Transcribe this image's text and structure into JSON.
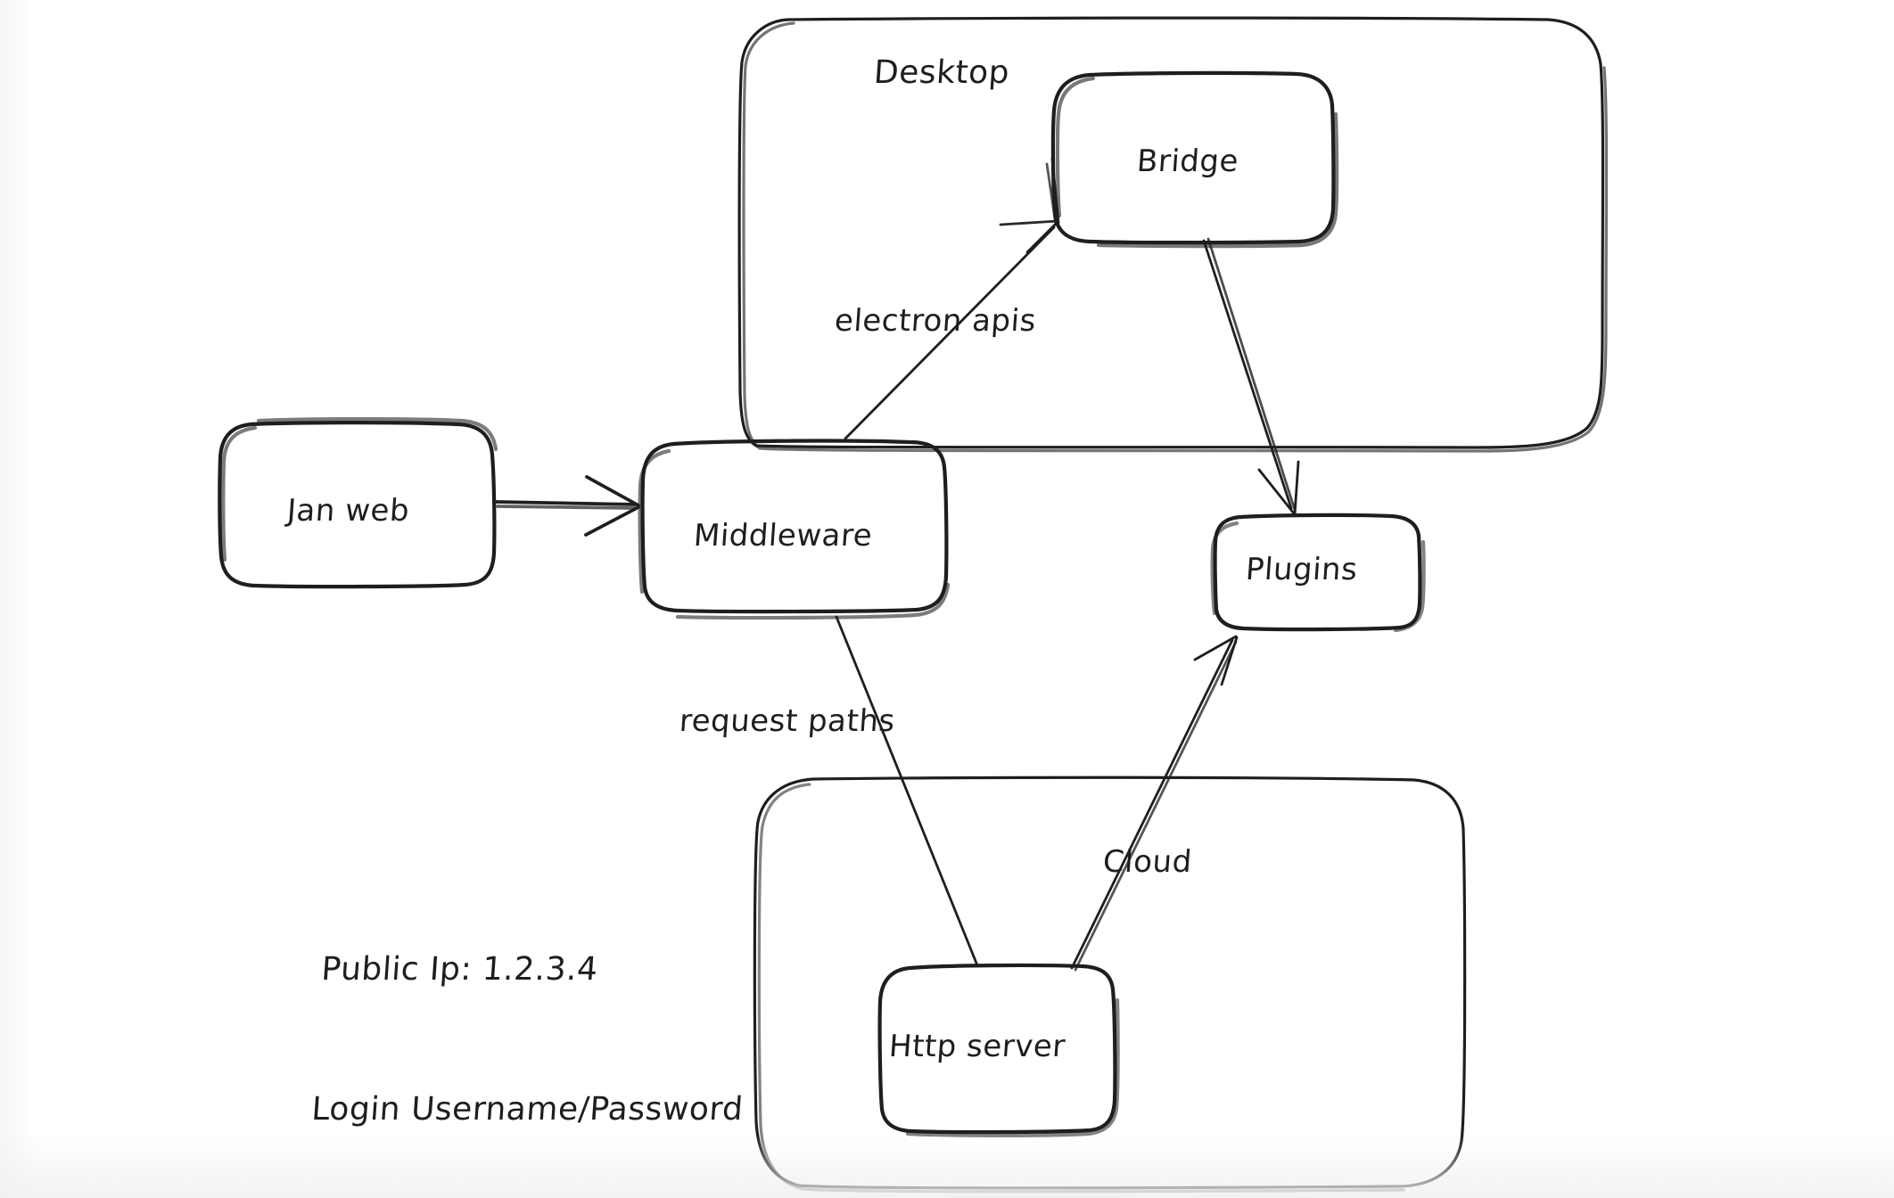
{
  "diagram": {
    "type": "architecture-flow",
    "style": "hand-drawn-sketch",
    "background_color": "#ffffff",
    "stroke_color": "#1e1e1e",
    "containers": [
      {
        "id": "desktop",
        "label": "Desktop",
        "label_position": "top-center",
        "contains": [
          "bridge"
        ]
      },
      {
        "id": "cloud-group",
        "label": "",
        "label_position": "none",
        "contains": [
          "http-server"
        ]
      }
    ],
    "nodes": [
      {
        "id": "jan-web",
        "label": "Jan web"
      },
      {
        "id": "middleware",
        "label": "Middleware"
      },
      {
        "id": "bridge",
        "label": "Bridge"
      },
      {
        "id": "plugins",
        "label": "Plugins"
      },
      {
        "id": "http-server",
        "label": "Http server"
      }
    ],
    "edges": [
      {
        "id": "jan-web-to-middleware",
        "from": "jan-web",
        "to": "middleware",
        "label": ""
      },
      {
        "id": "middleware-to-bridge",
        "from": "middleware",
        "to": "bridge",
        "label": "electron apis"
      },
      {
        "id": "bridge-to-plugins",
        "from": "bridge",
        "to": "plugins",
        "label": ""
      },
      {
        "id": "http-server-to-middleware",
        "from": "http-server",
        "to": "middleware",
        "label": "request paths"
      },
      {
        "id": "http-server-to-plugins",
        "from": "http-server",
        "to": "plugins",
        "label": "Cloud"
      }
    ],
    "notes": {
      "credentials": {
        "line1": "Public Ip: 1.2.3.4",
        "line2": "Login Username/Password"
      }
    }
  }
}
